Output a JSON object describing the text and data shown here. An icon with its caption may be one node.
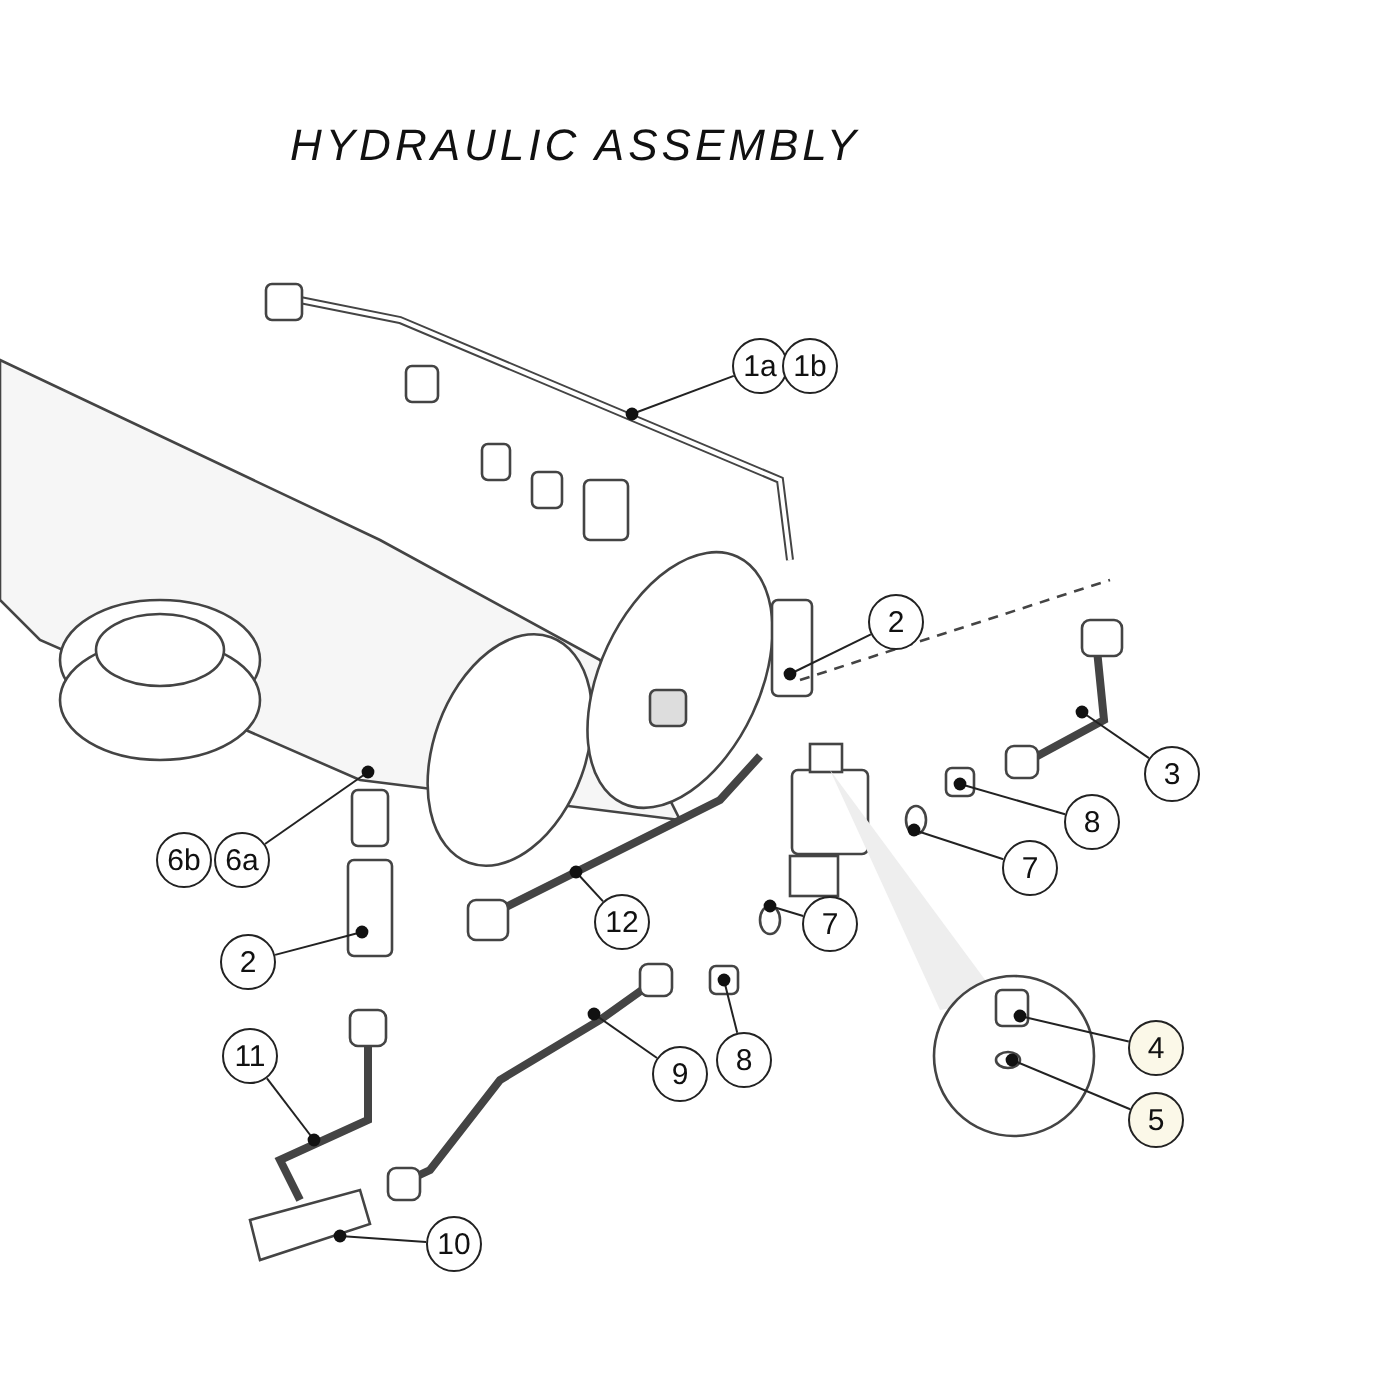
{
  "diagram": {
    "title": "HYDRAULIC ASSEMBLY",
    "nodes": [
      {
        "text": [
          "1a"
        ]
      },
      {
        "text": [
          "1b"
        ]
      },
      {
        "text": [
          "2"
        ]
      },
      {
        "text": [
          "3"
        ]
      },
      {
        "text": [
          "8"
        ]
      },
      {
        "text": [
          "7"
        ]
      },
      {
        "text": [
          "6b"
        ]
      },
      {
        "text": [
          "6a"
        ]
      },
      {
        "text": [
          "12"
        ]
      },
      {
        "text": [
          "7"
        ]
      },
      {
        "text": [
          "4"
        ]
      },
      {
        "text": [
          "2"
        ]
      },
      {
        "text": [
          "8"
        ]
      },
      {
        "text": [
          "5"
        ]
      },
      {
        "text": [
          "9"
        ]
      },
      {
        "text": [
          "11"
        ]
      },
      {
        "text": [
          "10"
        ]
      }
    ],
    "edges": [
      {
        "from": 0,
        "to": null,
        "arrow": "other"
      },
      {
        "from": 2,
        "to": null,
        "arrow": "other"
      },
      {
        "from": 3,
        "to": null,
        "arrow": "other"
      },
      {
        "from": 4,
        "to": null,
        "arrow": "other"
      },
      {
        "from": 5,
        "to": null,
        "arrow": "other"
      },
      {
        "from": 7,
        "to": null,
        "arrow": "other"
      },
      {
        "from": 8,
        "to": null,
        "arrow": "other"
      },
      {
        "from": 9,
        "to": null,
        "arrow": "other"
      },
      {
        "from": 10,
        "to": null,
        "arrow": "other"
      },
      {
        "from": 11,
        "to": null,
        "arrow": "other"
      },
      {
        "from": 12,
        "to": null,
        "arrow": "other"
      },
      {
        "from": 13,
        "to": null,
        "arrow": "other"
      },
      {
        "from": 14,
        "to": null,
        "arrow": "other"
      },
      {
        "from": 15,
        "to": null,
        "arrow": "other"
      },
      {
        "from": 16,
        "to": null,
        "arrow": "other"
      }
    ]
  }
}
